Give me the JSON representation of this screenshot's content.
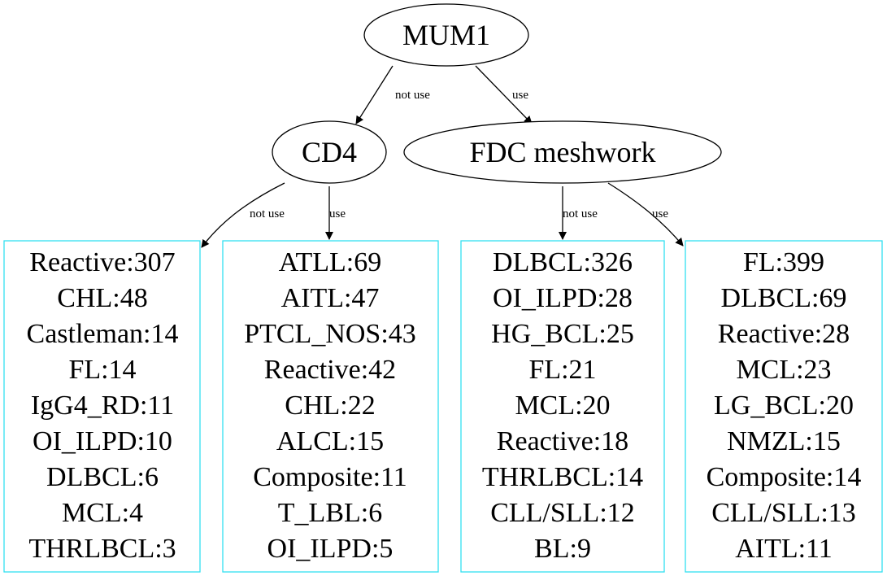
{
  "colors": {
    "node_stroke": "#000000",
    "edge": "#000000",
    "leaf_border": "#33e0f0",
    "background": "#ffffff"
  },
  "nodes": {
    "root": "MUM1",
    "cd4": "CD4",
    "fdc": "FDC meshwork"
  },
  "edges": {
    "root_cd4": "not use",
    "root_fdc": "use",
    "cd4_leaf1": "not use",
    "cd4_leaf2": "use",
    "fdc_leaf3": "not use",
    "fdc_leaf4": "use"
  },
  "leaves": [
    {
      "lines": [
        "Reactive:307",
        "CHL:48",
        "Castleman:14",
        "FL:14",
        "IgG4_RD:11",
        "OI_ILPD:10",
        "DLBCL:6",
        "MCL:4",
        "THRLBCL:3"
      ]
    },
    {
      "lines": [
        "ATLL:69",
        "AITL:47",
        "PTCL_NOS:43",
        "Reactive:42",
        "CHL:22",
        "ALCL:15",
        "Composite:11",
        "T_LBL:6",
        "OI_ILPD:5"
      ]
    },
    {
      "lines": [
        "DLBCL:326",
        "OI_ILPD:28",
        "HG_BCL:25",
        "FL:21",
        "MCL:20",
        "Reactive:18",
        "THRLBCL:14",
        "CLL/SLL:12",
        "BL:9"
      ]
    },
    {
      "lines": [
        "FL:399",
        "DLBCL:69",
        "Reactive:28",
        "MCL:23",
        "LG_BCL:20",
        "NMZL:15",
        "Composite:14",
        "CLL/SLL:13",
        "AITL:11"
      ]
    }
  ]
}
